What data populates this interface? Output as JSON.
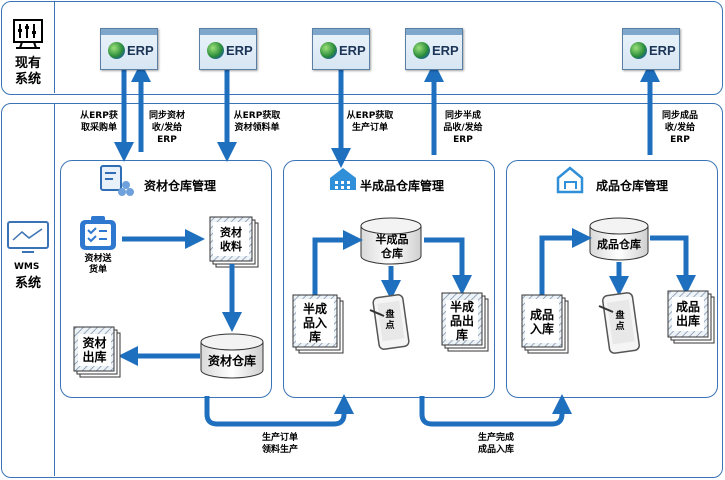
{
  "top_section": {
    "label": "现有\n系统"
  },
  "wms_section": {
    "code": "WMS",
    "label": "系统"
  },
  "erp_label": "ERP",
  "arrow_labels": {
    "get_purchase": "从ERP获\n取采购单",
    "sync_material": "同步资材\n收/发给\nERP",
    "get_material_pick": "从ERP获取\n资材领料单",
    "get_production": "从ERP获取\n生产订单",
    "sync_semi": "同步半成\n品收/发给\nERP",
    "sync_finished": "同步成品\n收/发给\nERP",
    "production_order": "生产订单\n领料生产",
    "production_complete": "生产完成\n成品入库"
  },
  "material": {
    "title": "资材仓库管理",
    "delivery": "资材送\n货单",
    "receive": "资材\n收料",
    "warehouse": "资材仓库",
    "outbound": "资材\n出库"
  },
  "semi": {
    "title": "半成品仓库管理",
    "warehouse": "半成品\n仓库",
    "inbound": "半成\n品入\n库",
    "count": "盘\n点",
    "outbound": "半成\n品出\n库"
  },
  "finished": {
    "title": "成品仓库管理",
    "warehouse": "成品仓库",
    "inbound": "成品\n入库",
    "count": "盘\n点",
    "outbound": "成品\n出库"
  },
  "colors": {
    "arrow": "#1f6fbf",
    "border": "#3b74b6"
  }
}
